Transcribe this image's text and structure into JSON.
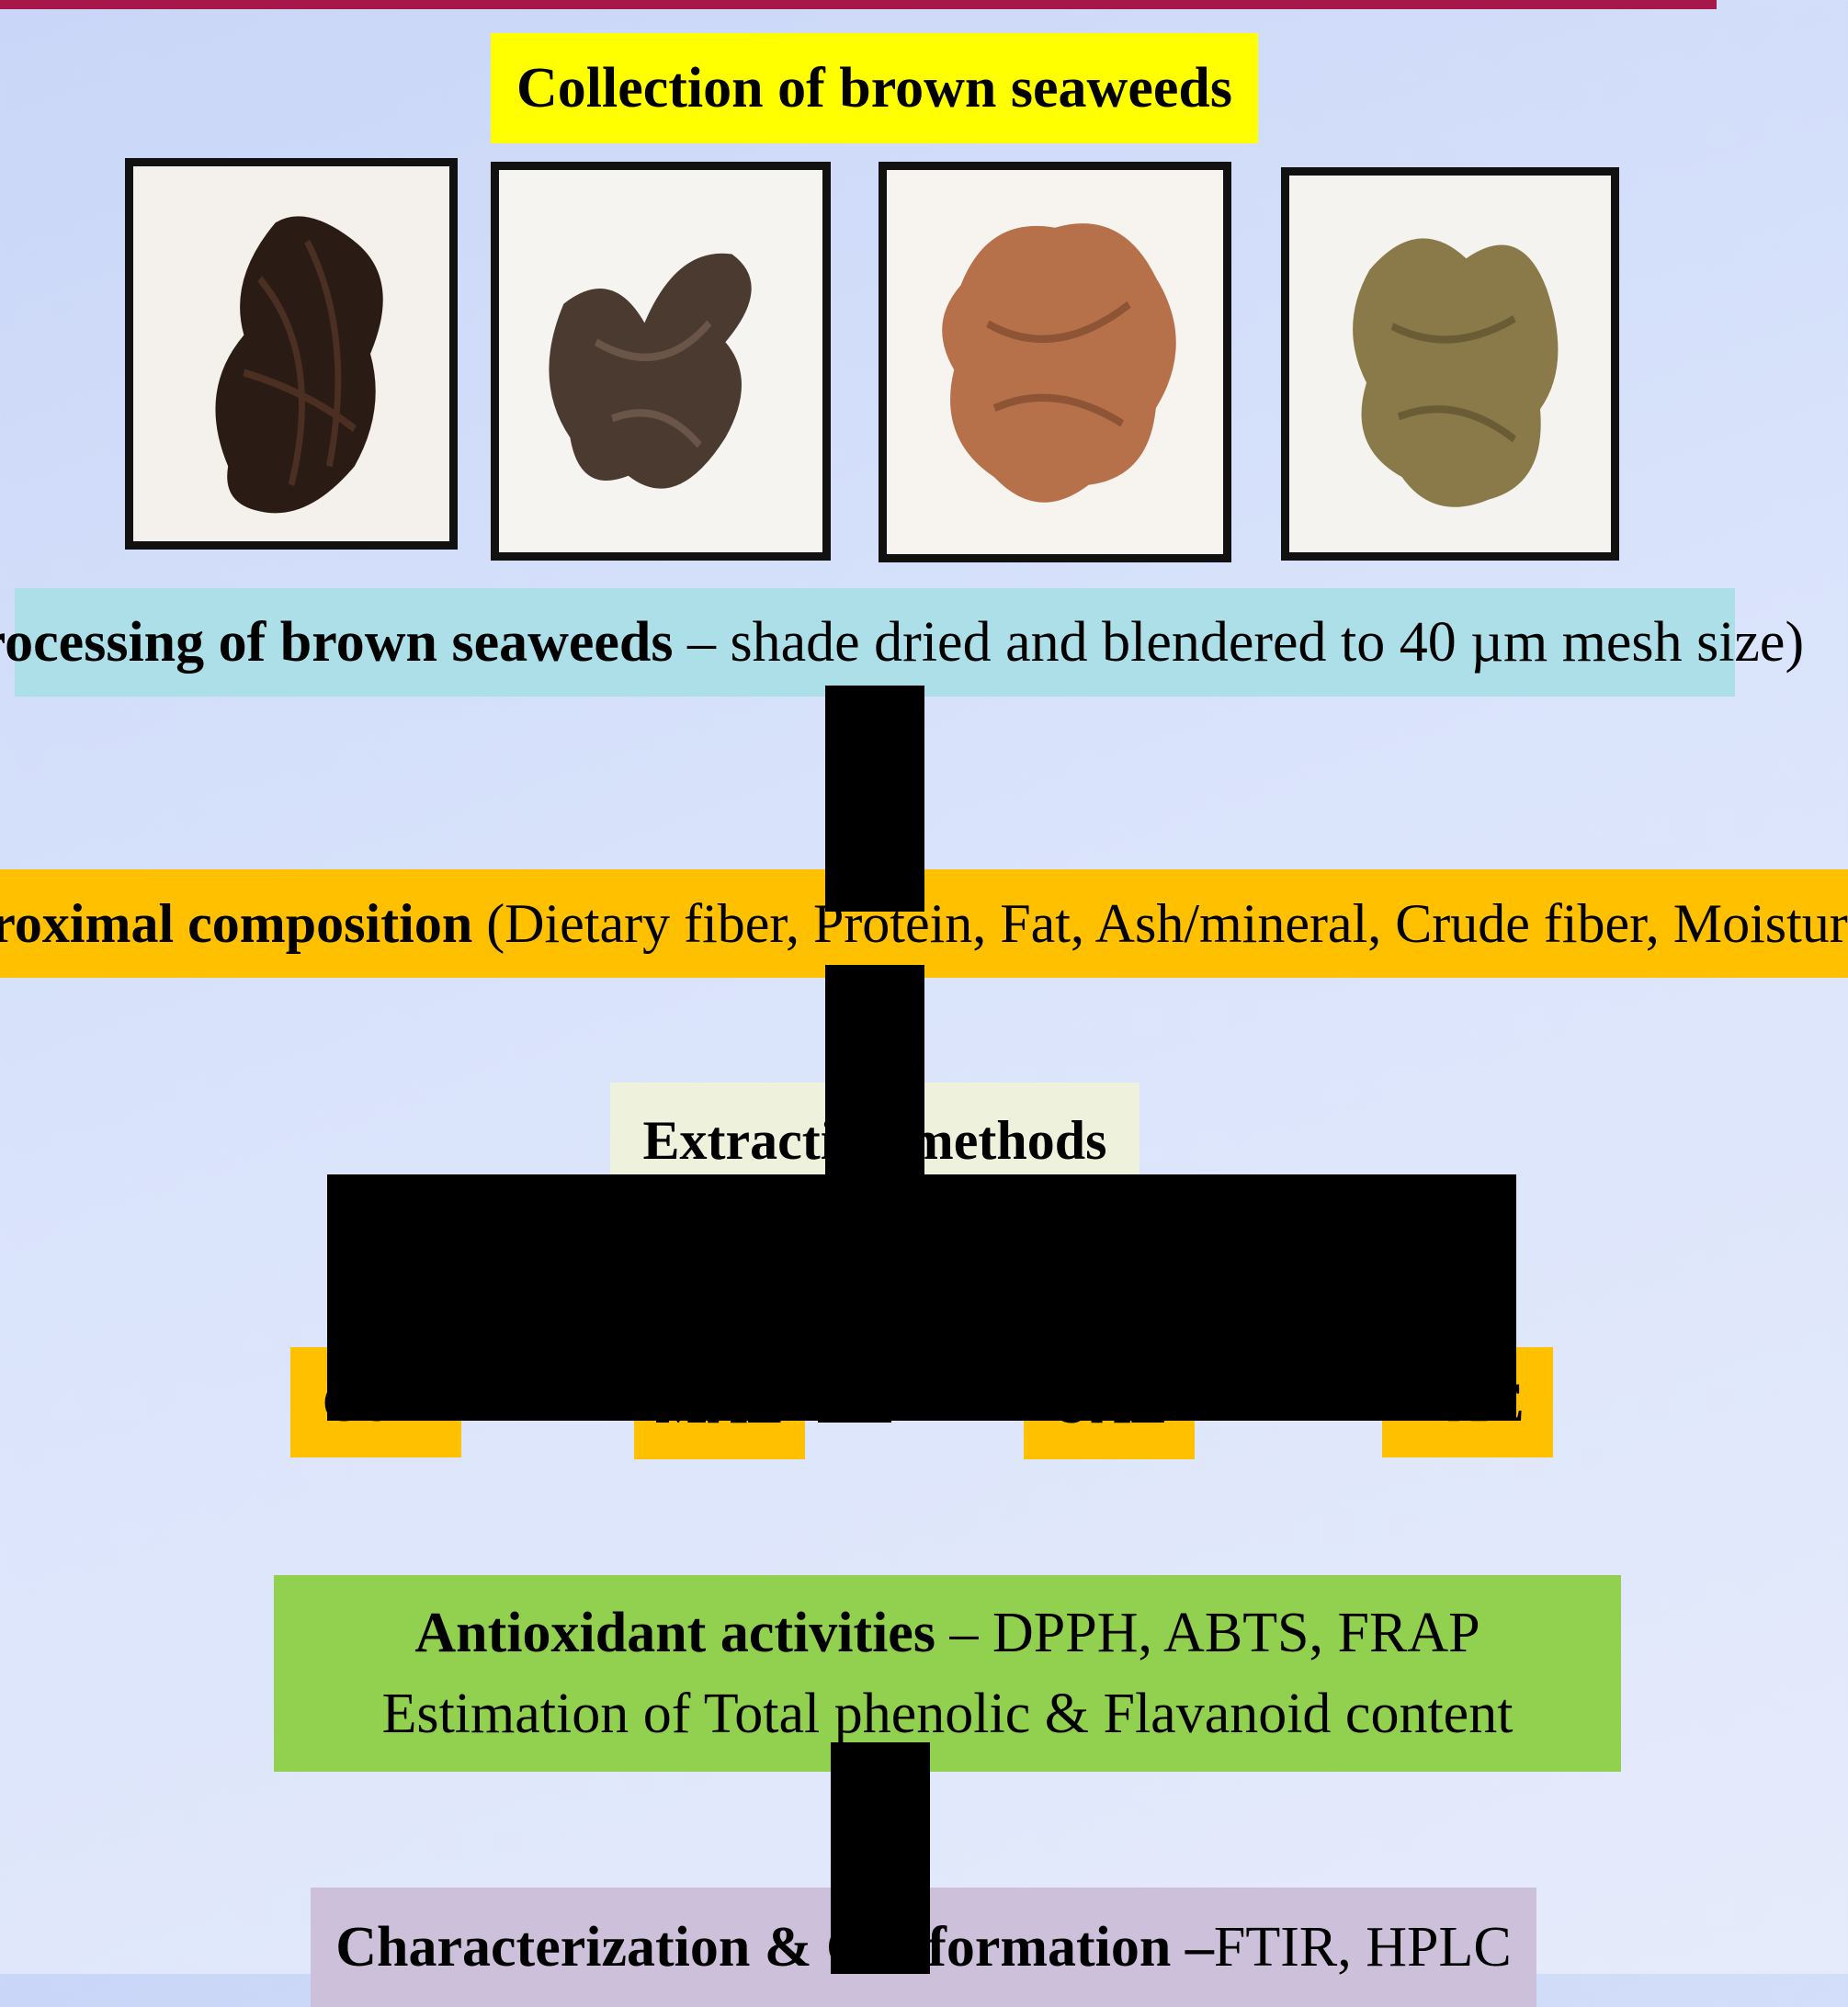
{
  "header": {
    "title": "Collection of brown seaweeds"
  },
  "photos": [
    {
      "name": "seaweed-sample-1",
      "tone": "#2a1c14"
    },
    {
      "name": "seaweed-sample-2",
      "tone": "#4a3a30"
    },
    {
      "name": "seaweed-sample-3",
      "tone": "#b7714a"
    },
    {
      "name": "seaweed-sample-4",
      "tone": "#8a7a4a"
    }
  ],
  "processing": {
    "label": "Processing of brown seaweeds",
    "detail": " – shade dried and blendered to 40 µm mesh size)"
  },
  "proximal": {
    "label": "Proximal composition",
    "detail": "  (Dietary fiber, Protein, Fat, Ash/mineral,  Crude fiber, Moisture)"
  },
  "extraction": {
    "label": "Extraction methods"
  },
  "methods": [
    "CSE",
    "MAE",
    "UAE",
    "EAE"
  ],
  "antioxidant": {
    "label": "Antioxidant activities",
    "detail": " – DPPH, ABTS,  FRAP",
    "line2": "Estimation of Total phenolic & Flavanoid content"
  },
  "characterization": {
    "label": "Characterization & Conformation –",
    "detail": "FTIR, HPLC"
  },
  "colors": {
    "topbar": "#a6174a",
    "yellow": "#ffff00",
    "processing_bg": "#addfe8",
    "orange": "#ffc000",
    "extraction_bg": "#eef2dc",
    "green": "#92d050",
    "lavender": "#ccc0da"
  }
}
